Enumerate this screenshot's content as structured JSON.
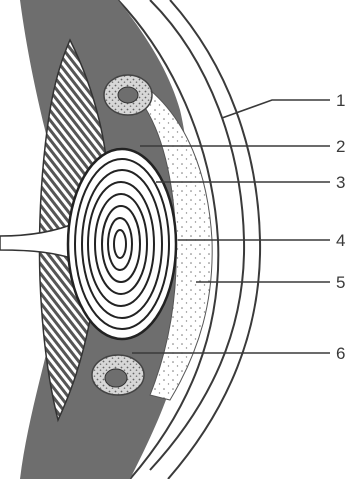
{
  "diagram": {
    "callouts": [
      {
        "id": "1",
        "text": "1"
      },
      {
        "id": "2",
        "text": "2"
      },
      {
        "id": "3",
        "text": "3"
      },
      {
        "id": "4",
        "text": "4"
      },
      {
        "id": "5",
        "text": "5"
      },
      {
        "id": "6",
        "text": "6"
      }
    ]
  },
  "colors": {
    "ink": "#3a3a3a",
    "dark_tissue": "#6e6e6e",
    "mid_tissue": "#9a9a9a",
    "paper": "#ffffff"
  }
}
